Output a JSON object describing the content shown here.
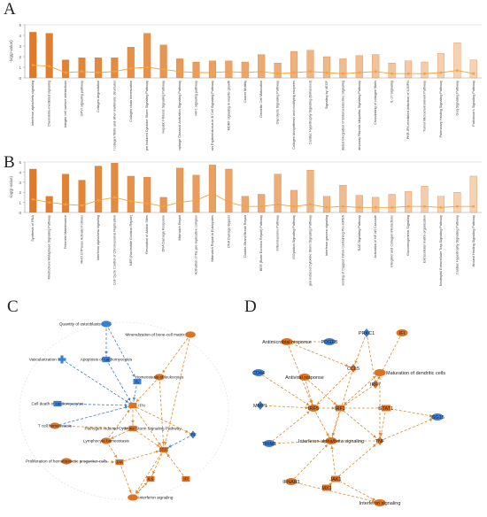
{
  "panels": {
    "a": "A",
    "b": "B",
    "c": "C",
    "d": "D"
  },
  "colors": {
    "bar_dark": "#e07a26",
    "bar_light": "#f6d2b4",
    "line": "#f2a33c",
    "node_orange": "#dd7222",
    "node_blue": "#3b7fd4",
    "edge_orange": "#e0892d",
    "edge_blue": "#3b7fd4"
  },
  "chart_data": [
    {
      "type": "bar",
      "ylabel": "-log(p-value)",
      "ylim": [
        0,
        5
      ],
      "yticks": [
        "0",
        "1",
        "2",
        "3",
        "4",
        "5"
      ],
      "categories": [
        "Interferon alpha/beta signaling",
        "Chemokine-mediated signaling",
        "Integrin cell surface interactions",
        "GPVI signaling pathway",
        "Collagen degradation",
        "Assembly of collagen fibrils and other multimeric structures",
        "Collagen chain trimerization",
        "Pathogen Induced Cytokine Storm Signaling Pathway",
        "Hepatic Fibrosis Signaling Pathway",
        "Macrophage Classical Activation Signaling Pathway",
        "HIF1 signaling pathway",
        "Systemic Lupus Erythematosus in B Cell Signaling Pathway",
        "MORF signaling in neurite growth",
        "Cancer Motility",
        "Dendritic Cell Maturation",
        "Glycolysis Signaling Pathway",
        "Collagen biosynthesis and modifying enzymes",
        "Cardiac Hypertrophy Signaling (Enhanced)",
        "Signaling by VEGF",
        "GPCR-Mediated Integration of Enteroendocrine Signaling",
        "Pulmonary Fibrosis Idiopathic Signaling Pathway",
        "Crosslinking of collagen fibrils",
        "IL-17 Signaling",
        "PKR-IFN-mediated Induction of IL6/IFN",
        "Tumor Microenvironment Pathway",
        "Pulmonary Healing Signaling Pathway",
        "Gαq Signaling Pathway",
        "Parkinson's Signaling Pathway"
      ],
      "values": [
        4.3,
        4.2,
        1.7,
        1.9,
        1.9,
        1.9,
        2.9,
        4.2,
        3.1,
        1.8,
        1.5,
        1.6,
        1.6,
        1.5,
        2.2,
        1.4,
        2.5,
        2.6,
        2.0,
        1.8,
        2.1,
        2.2,
        1.4,
        1.6,
        1.5,
        2.3,
        3.3,
        1.7
      ],
      "line": [
        1.2,
        1.1,
        0.5,
        0.6,
        0.5,
        0.6,
        0.9,
        1.0,
        0.8,
        0.6,
        0.5,
        0.5,
        0.6,
        0.5,
        0.6,
        0.4,
        0.5,
        0.6,
        0.5,
        0.4,
        0.5,
        0.6,
        0.4,
        0.4,
        0.4,
        0.5,
        0.7,
        0.4
      ]
    },
    {
      "type": "bar",
      "ylabel": "-log(p-value)",
      "ylim": [
        0,
        5
      ],
      "yticks": [
        "0",
        "1",
        "2",
        "3",
        "4",
        "5"
      ],
      "categories": [
        "Synthesis of RNA",
        "Kinetochore Metaphase Signaling Pathway",
        "Telomere Maintenance",
        "RHO GTPases Activate Formins",
        "Interferon alpha/beta signaling",
        "Cell Cycle Control of Chromosomal Replication",
        "NER (Nucleotide Excision Repair)",
        "Resolution of Abasic Sites",
        "DNA Damage Response",
        "Mismatch Repair",
        "Activation of the pre-replicative complex",
        "Mismatch Repair in Eukaryotes",
        "DNA Damage Bypass",
        "Double-Strand Break Repair",
        "BER (Base Excision Repair) Pathway",
        "Inflammasome Pathway",
        "ISGylation Signaling Pathway",
        "Pathogen Induced Cytokine Storm Signaling Pathway",
        "Interferon gamma signaling",
        "Processing of Capped Intron-Containing Pre-mRNA",
        "RAD Signaling Pathway",
        "Activation of NF-kB Cascade",
        "Integrins and Collagen Interactions",
        "Gluconeogenesis Signaling",
        "Extracellular matrix organization",
        "Neutrophil Extracellular Trap Signaling Pathway",
        "Cardiac Hypertrophy Signaling Pathway",
        "Wound Healing Signaling Pathway"
      ],
      "values": [
        4.3,
        1.6,
        3.8,
        3.2,
        4.6,
        4.9,
        3.6,
        3.5,
        1.5,
        4.4,
        3.7,
        4.7,
        4.3,
        1.6,
        1.8,
        3.8,
        2.2,
        4.2,
        1.6,
        2.7,
        1.7,
        1.5,
        1.8,
        2.1,
        2.6,
        1.6,
        2.0,
        3.6
      ],
      "line": [
        1.3,
        1.0,
        0.8,
        0.7,
        1.2,
        1.5,
        1.1,
        0.9,
        0.6,
        1.0,
        1.2,
        1.9,
        1.0,
        0.6,
        0.6,
        0.8,
        0.6,
        0.8,
        0.5,
        0.6,
        0.5,
        0.5,
        0.5,
        0.6,
        0.6,
        0.5,
        0.6,
        0.6
      ]
    }
  ],
  "network_c": {
    "nodes": [
      {
        "label": "Quantity of osteoblasts",
        "shape": "ellipse",
        "color": "blue"
      },
      {
        "label": "Mineralization of bone-cell matrix",
        "shape": "ellipse",
        "color": "orange"
      },
      {
        "label": "Vascularization",
        "shape": "cross",
        "color": "blue"
      },
      {
        "label": "Apoptosis of cardiomyocytes",
        "shape": "box",
        "color": "blue"
      },
      {
        "label": "Homeostasis of leukocytes",
        "shape": "ellipse",
        "color": "orange"
      },
      {
        "label": "IL",
        "shape": "box",
        "color": "blue"
      },
      {
        "label": "IFN",
        "shape": "box",
        "color": "orange"
      },
      {
        "label": "Cell death of cardiomyocytes",
        "shape": "box",
        "color": "blue"
      },
      {
        "label": "T cell homeostasis",
        "shape": "ellipse",
        "color": "orange"
      },
      {
        "label": "Pathogen Induced Cytokine Storm Signaling Pathway",
        "shape": "box",
        "color": "orange"
      },
      {
        "label": "Lymphocyte homeostasis",
        "shape": "ellipse",
        "color": "orange"
      },
      {
        "label": "Proliferation of hematopoietic progenitor cells",
        "shape": "ellipse",
        "color": "orange"
      },
      {
        "label": "Interferon signaling",
        "shape": "ellipse",
        "color": "orange"
      },
      {
        "label": "IRF",
        "shape": "diamond",
        "color": "blue"
      },
      {
        "label": "JAK",
        "shape": "box",
        "color": "orange"
      },
      {
        "label": "STAT",
        "shape": "box",
        "color": "orange"
      },
      {
        "label": "IL6",
        "shape": "box",
        "color": "orange"
      },
      {
        "label": "IFI",
        "shape": "box",
        "color": "orange"
      }
    ]
  },
  "network_d": {
    "nodes": [
      {
        "label": "PDGFB",
        "shape": "ellipse",
        "color": "blue"
      },
      {
        "label": "PRKC1",
        "shape": "diamond",
        "color": "blue"
      },
      {
        "label": "Antimicrobial response",
        "shape": "ellipse",
        "color": "orange"
      },
      {
        "label": "CD44",
        "shape": "ellipse",
        "color": "blue"
      },
      {
        "label": "Antiviral response",
        "shape": "ellipse",
        "color": "orange"
      },
      {
        "label": "CCL5",
        "shape": "diamond",
        "color": "orange"
      },
      {
        "label": "Maturation of dendritic cells",
        "shape": "ellipse",
        "color": "orange"
      },
      {
        "label": "IRF7",
        "shape": "diamond",
        "color": "orange"
      },
      {
        "label": "MMP1",
        "shape": "diamond",
        "color": "blue"
      },
      {
        "label": "IRF5",
        "shape": "ellipse",
        "color": "orange"
      },
      {
        "label": "IRF1",
        "shape": "box",
        "color": "orange"
      },
      {
        "label": "STAT1",
        "shape": "box",
        "color": "orange"
      },
      {
        "label": "ISG15",
        "shape": "ellipse",
        "color": "blue"
      },
      {
        "label": "TNF",
        "shape": "diamond",
        "color": "orange"
      },
      {
        "label": "Interferon alpha/beta signaling",
        "shape": "ellipse",
        "color": "orange"
      },
      {
        "label": "IFI",
        "shape": "ellipse",
        "color": "orange"
      },
      {
        "label": "TRIM1",
        "shape": "ellipse",
        "color": "blue"
      },
      {
        "label": "IFNAR1",
        "shape": "ellipse",
        "color": "orange"
      },
      {
        "label": "JAK1",
        "shape": "box",
        "color": "orange"
      },
      {
        "label": "Interferon signaling",
        "shape": "ellipse",
        "color": "orange"
      },
      {
        "label": "MX1",
        "shape": "box",
        "color": "orange"
      }
    ]
  }
}
